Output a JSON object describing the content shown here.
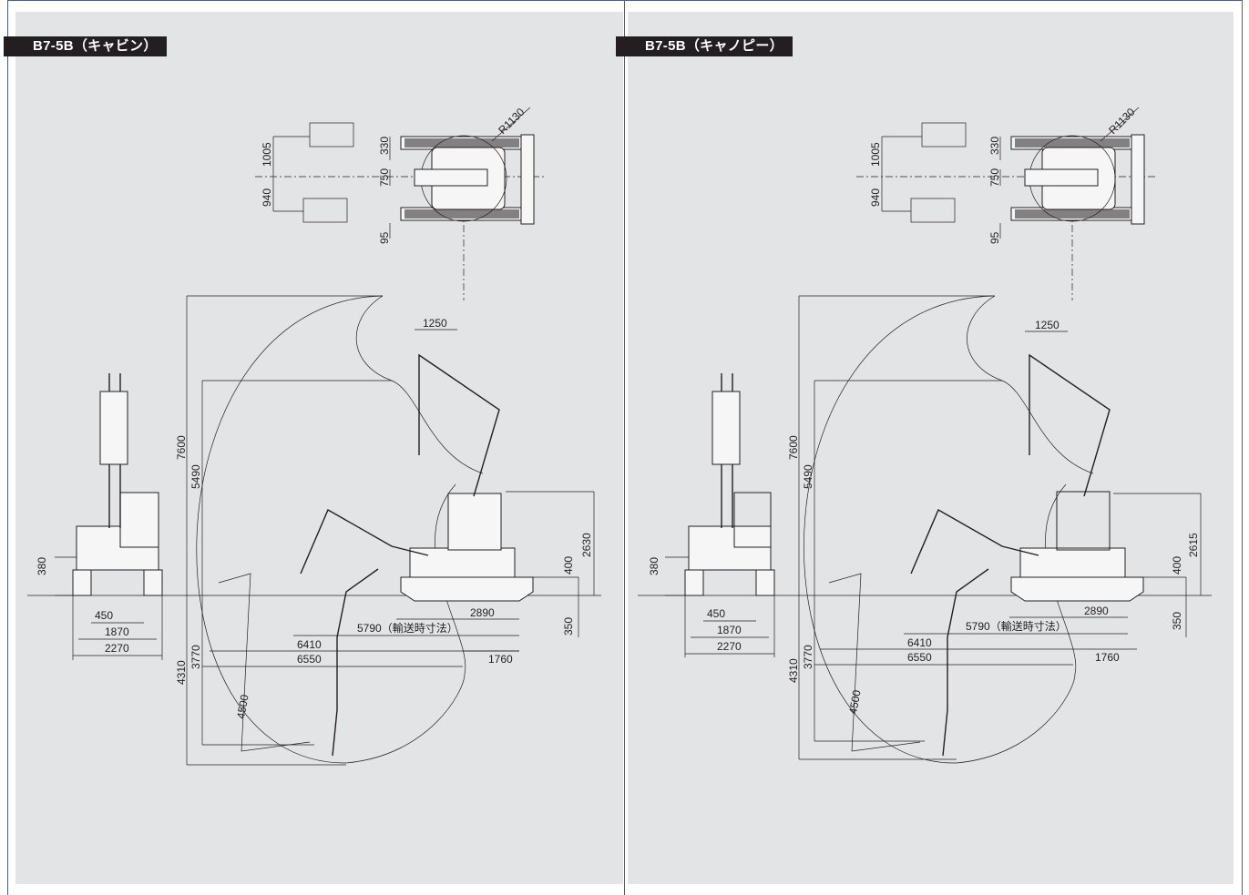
{
  "panels": [
    {
      "title": "B7-5B（キャビン）",
      "top_view": {
        "r": "R1130",
        "d1005": "1005",
        "d940": "940",
        "d330": "330",
        "d750": "750",
        "d95": "95"
      },
      "side_view": {
        "d1250": "1250",
        "d7600": "7600",
        "d5490": "5490",
        "d4310": "4310",
        "d3770": "3770",
        "d4500": "4500",
        "d2630": "2630",
        "d400": "400",
        "d350": "350",
        "d2890": "2890",
        "d5790": "5790（輸送時寸法）",
        "d6410": "6410",
        "d6550": "6550",
        "d1760": "1760"
      },
      "front_view": {
        "d380": "380",
        "d450": "450",
        "d1870": "1870",
        "d2270": "2270"
      }
    },
    {
      "title": "B7-5B（キャノピー）",
      "top_view": {
        "r": "R1130",
        "d1005": "1005",
        "d940": "940",
        "d330": "330",
        "d750": "750",
        "d95": "95"
      },
      "side_view": {
        "d1250": "1250",
        "d7600": "7600",
        "d5490": "5490",
        "d4310": "4310",
        "d3770": "3770",
        "d4500": "4500",
        "d2630": "2615",
        "d400": "400",
        "d350": "350",
        "d2890": "2890",
        "d5790": "5790（輸送時寸法）",
        "d6410": "6410",
        "d6550": "6550",
        "d1760": "1760"
      },
      "front_view": {
        "d380": "380",
        "d450": "450",
        "d1870": "1870",
        "d2270": "2270"
      }
    }
  ],
  "colors": {
    "panel_bg": "#e3e4e6",
    "frame_line": "#4a5d8f",
    "tag_bg": "#231f20",
    "ink": "#231f20"
  }
}
